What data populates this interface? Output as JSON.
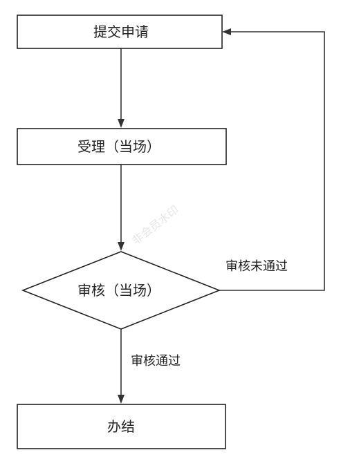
{
  "diagram": {
    "nodes": {
      "submit": {
        "label": "提交申请",
        "shape": "rectangle"
      },
      "accept": {
        "label": "受理（当场）",
        "shape": "rectangle"
      },
      "review": {
        "label": "审核（当场）",
        "shape": "diamond"
      },
      "complete": {
        "label": "办结",
        "shape": "rectangle"
      }
    },
    "edges": {
      "submit_to_accept": {
        "from": "submit",
        "to": "accept",
        "label": ""
      },
      "accept_to_review": {
        "from": "accept",
        "to": "review",
        "label": ""
      },
      "review_to_complete": {
        "from": "review",
        "to": "complete",
        "label": "审核通过"
      },
      "review_to_submit": {
        "from": "review",
        "to": "submit",
        "label": "审核未通过"
      }
    },
    "watermark": "非会员水印"
  }
}
